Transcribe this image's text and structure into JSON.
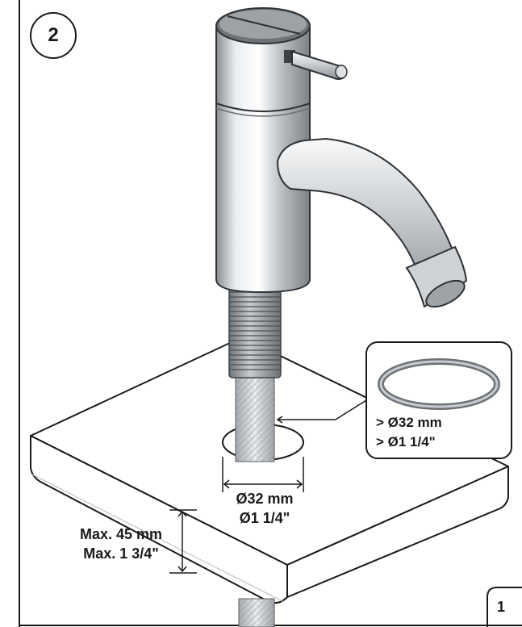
{
  "step_number": "2",
  "page_number": "1",
  "hole_diameter": {
    "mm": "Ø32 mm",
    "inch": "Ø1 1/4\""
  },
  "max_thickness": {
    "mm": "Max. 45 mm",
    "inch": "Max. 1 3/4\""
  },
  "washer_callout": {
    "mm": "> Ø32 mm",
    "inch": "> Ø1 1/4\""
  },
  "colors": {
    "line": "#1a1a1a",
    "chrome_dark": "#8a8f94",
    "chrome_light": "#f4f6f8",
    "hose": "#c9ccd0"
  }
}
